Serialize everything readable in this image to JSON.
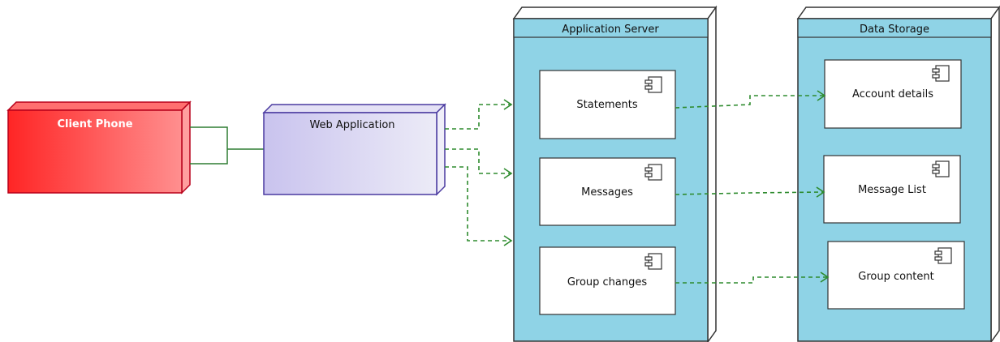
{
  "diagram": {
    "nodes": {
      "client_phone": "Client Phone",
      "web_application": "Web Application",
      "application_server": "Application Server",
      "data_storage": "Data Storage"
    },
    "components": {
      "statements": "Statements",
      "messages": "Messages",
      "group_changes": "Group changes",
      "account_details": "Account details",
      "message_list": "Message List",
      "group_content": "Group content"
    }
  },
  "colors": {
    "client_node": "#ff2b2b",
    "client_border": "#c0001a",
    "web_node": "#d8d4f0",
    "web_border": "#5b4aa8",
    "container_fill": "#8fd3e6",
    "container_header": "#ffffff",
    "component_fill": "#ffffff",
    "connector_green": "#2e8b2e",
    "outline": "#333333"
  }
}
